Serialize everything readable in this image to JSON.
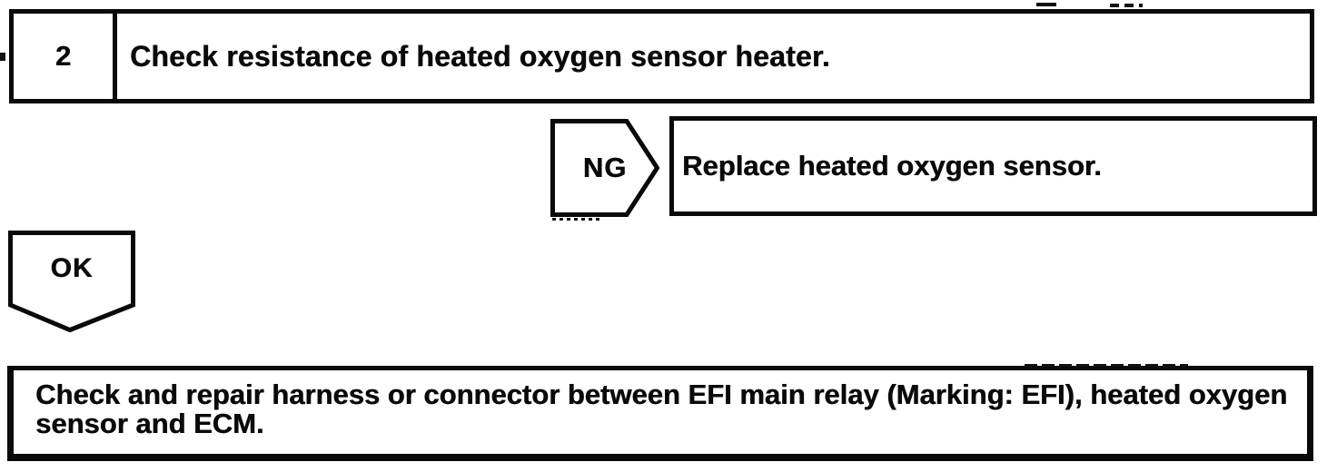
{
  "page": {
    "ink_color": "#0a0a0a",
    "paper_color": "#ffffff"
  },
  "step": {
    "number": "2",
    "title": "Check resistance of heated oxygen sensor heater."
  },
  "ng_branch": {
    "label": "NG",
    "action": "Replace heated oxygen sensor."
  },
  "ok_branch": {
    "label": "OK"
  },
  "result": {
    "line1": "Check and repair harness or connector between EFI main relay (Marking: EFI), heated oxygen",
    "line2": "sensor and ECM."
  }
}
